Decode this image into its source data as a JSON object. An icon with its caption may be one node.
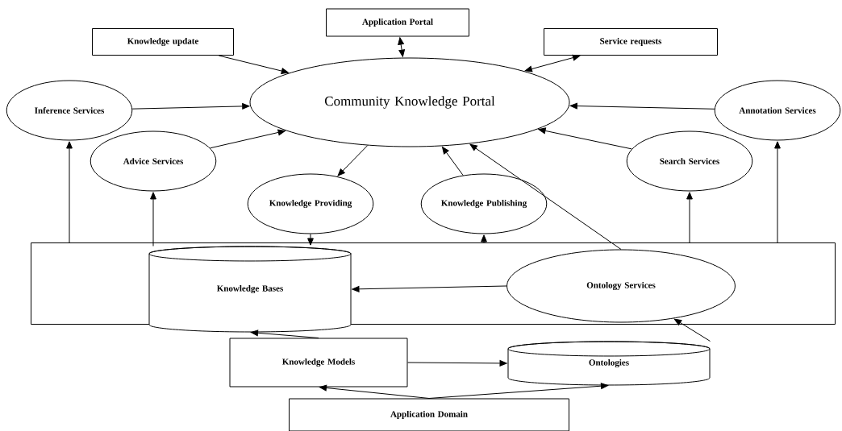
{
  "diagram": {
    "nodes": [
      {
        "text": [
          "Knowledge update"
        ]
      },
      {
        "text": [
          "Application Portal"
        ]
      },
      {
        "text": [
          "Service requests"
        ]
      },
      {
        "text": [
          "Community Knowledge Portal"
        ]
      },
      {
        "text": [
          "Inference Services"
        ]
      },
      {
        "text": [
          "Annotation Services"
        ]
      },
      {
        "text": [
          "Advice Services"
        ]
      },
      {
        "text": [
          "Search Services"
        ]
      },
      {
        "text": [
          "Knowledge Providing"
        ]
      },
      {
        "text": [
          "Knowledge Publishing"
        ]
      },
      {
        "text": [],
        "shape": "box"
      },
      {
        "text": [
          "Knowledge Bases"
        ],
        "in": 10
      },
      {
        "text": [
          "Ontology Services"
        ],
        "in": 10
      },
      {
        "text": [
          "Knowledge Models"
        ]
      },
      {
        "text": [
          "Ontologies"
        ]
      },
      {
        "text": [
          "Application Domain"
        ]
      }
    ],
    "edges": [
      {
        "from": 0,
        "to": 3,
        "arrow": "to"
      },
      {
        "from": 1,
        "to": 3,
        "arrow": "both"
      },
      {
        "from": 3,
        "to": 2,
        "arrow": "both"
      },
      {
        "from": 4,
        "to": 3,
        "arrow": "to"
      },
      {
        "from": 5,
        "to": 3,
        "arrow": "to"
      },
      {
        "from": 6,
        "to": 3,
        "arrow": "to"
      },
      {
        "from": 3,
        "to": 8,
        "arrow": "to"
      },
      {
        "from": 9,
        "to": 3,
        "arrow": "to"
      },
      {
        "from": 7,
        "to": 3,
        "arrow": "to"
      },
      {
        "from": 12,
        "to": 3,
        "arrow": "to"
      },
      {
        "from": 10,
        "to": 4,
        "arrow": "to"
      },
      {
        "from": 10,
        "to": 5,
        "arrow": "to"
      },
      {
        "from": 11,
        "to": 6,
        "arrow": "to"
      },
      {
        "from": 10,
        "to": 9,
        "arrow": "to"
      },
      {
        "from": 10,
        "to": 7,
        "arrow": "to"
      },
      {
        "from": 8,
        "to": 11,
        "arrow": "to"
      },
      {
        "from": 12,
        "to": 11,
        "arrow": "to"
      },
      {
        "from": 13,
        "to": 11,
        "arrow": "to"
      },
      {
        "from": 14,
        "to": 12,
        "arrow": "to"
      },
      {
        "from": 13,
        "to": 14,
        "arrow": "to"
      },
      {
        "from": 15,
        "to": 13,
        "arrow": "to"
      },
      {
        "from": 15,
        "to": 14,
        "arrow": "to"
      }
    ]
  }
}
